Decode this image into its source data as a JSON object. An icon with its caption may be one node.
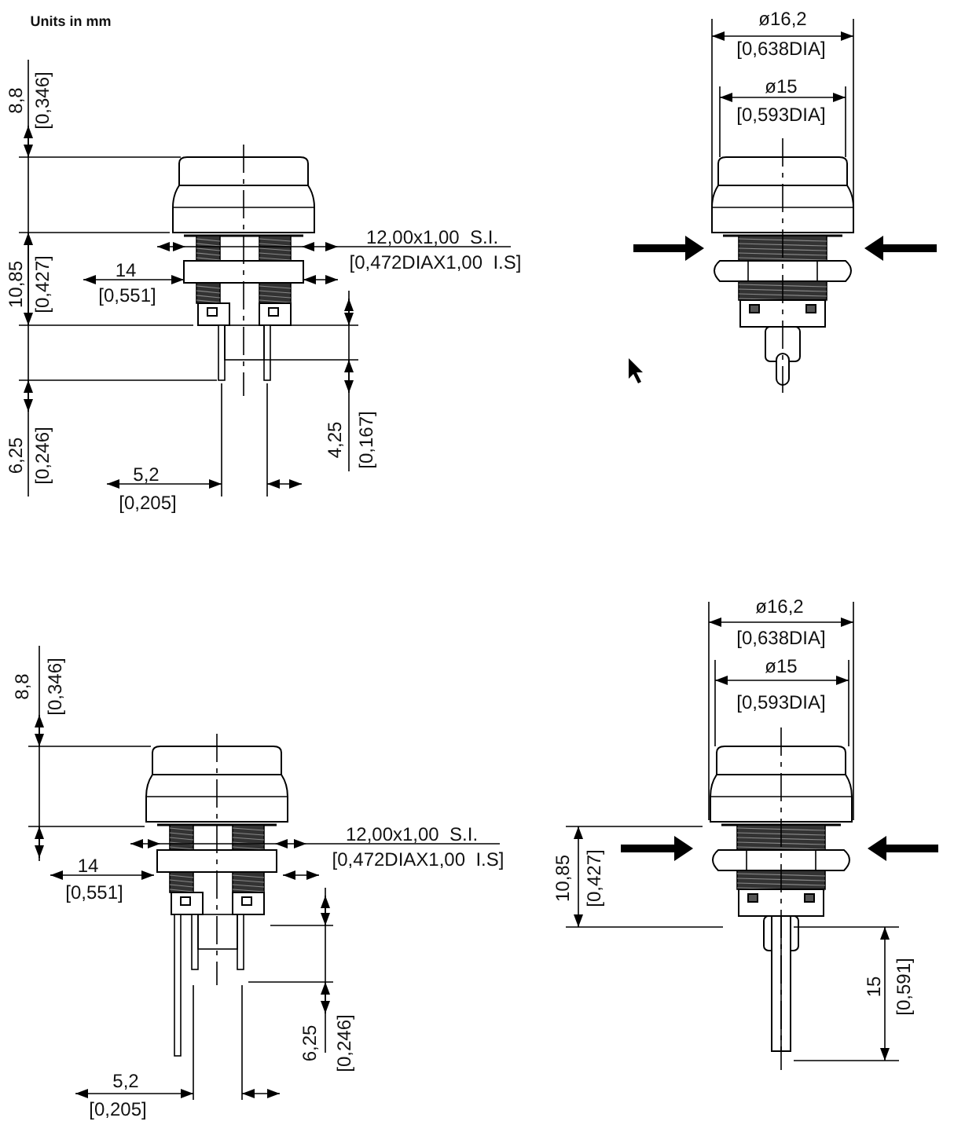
{
  "diagram": {
    "labels": [
      "Units in mm",
      "8,8",
      "[0,346]",
      "10,85",
      "[0,427]",
      "6,25",
      "[0,246]",
      "12,00x1,00  S.I.",
      "[0,472DIAX1,00  I.S]",
      "14",
      "[0,551]",
      "4,25",
      "[0,167]",
      "5,2",
      "[0,205]",
      "ø16,2",
      "[0,638DIA]",
      "ø15",
      "[0,593DIA]",
      "8,8",
      "[0,346]",
      "12,00x1,00  S.I.",
      "[0,472DIAX1,00  I.S]",
      "14",
      "[0,551]",
      "6,25",
      "[0,246]",
      "5,2",
      "[0,205]",
      "ø16,2",
      "[0,638DIA]",
      "ø15",
      "[0,593DIA]",
      "10,85",
      "[0,427]",
      "15",
      "[0,591]"
    ]
  }
}
